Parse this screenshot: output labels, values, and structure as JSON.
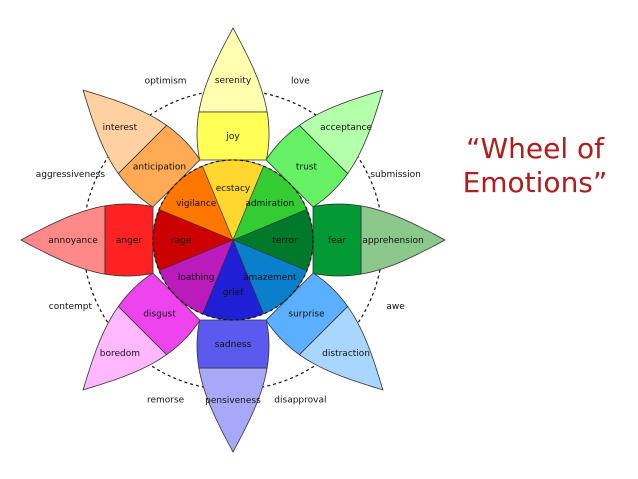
{
  "title": {
    "line1": "“Wheel of",
    "line2": "Emotions”"
  },
  "petals": [
    {
      "name": "joy",
      "levels": [
        "ecstacy",
        "joy",
        "serenity"
      ],
      "colors": [
        "#ffd72e",
        "#ffff55",
        "#ffffb0"
      ]
    },
    {
      "name": "trust",
      "levels": [
        "admiration",
        "trust",
        "acceptance"
      ],
      "colors": [
        "#33cc33",
        "#66f066",
        "#b4ffaa"
      ]
    },
    {
      "name": "fear",
      "levels": [
        "terror",
        "fear",
        "apprehension"
      ],
      "colors": [
        "#007a2a",
        "#009933",
        "#8cc88c"
      ]
    },
    {
      "name": "surprise",
      "levels": [
        "amazement",
        "surprise",
        "distraction"
      ],
      "colors": [
        "#0a7fcc",
        "#5ab0ff",
        "#a8d6ff"
      ]
    },
    {
      "name": "sadness",
      "levels": [
        "grief",
        "sadness",
        "pensiveness"
      ],
      "colors": [
        "#1f1fd6",
        "#5a5aee",
        "#a8a8f8"
      ]
    },
    {
      "name": "disgust",
      "levels": [
        "loathing",
        "disgust",
        "boredom"
      ],
      "colors": [
        "#bb1bbb",
        "#ee44ee",
        "#ffb8ff"
      ]
    },
    {
      "name": "anger",
      "levels": [
        "rage",
        "anger",
        "annoyance"
      ],
      "colors": [
        "#cc0000",
        "#ff2222",
        "#ff8888"
      ]
    },
    {
      "name": "anticipation",
      "levels": [
        "vigilance",
        "anticipation",
        "interest"
      ],
      "colors": [
        "#ff7700",
        "#ffaa55",
        "#ffd0a0"
      ]
    }
  ],
  "dyads": [
    "love",
    "submission",
    "awe",
    "disapproval",
    "remorse",
    "contempt",
    "aggressiveness",
    "optimism"
  ]
}
